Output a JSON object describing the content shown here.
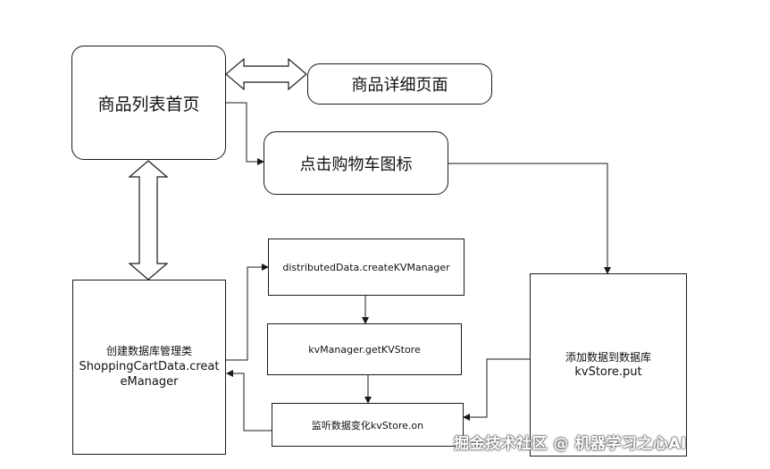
{
  "nodes": {
    "home": "商品列表首页",
    "detail": "商品详细页面",
    "cart_icon": "点击购物车图标",
    "create_kv_manager": "distributedData.createKVManager",
    "get_kv_store": "kvManager.getKVStore",
    "listen_change": "监听数据变化kvStore.on",
    "create_db": {
      "line1": "创建数据库管理类",
      "line2": "ShoppingCartData.creat",
      "line3": "eManager"
    },
    "add_data": {
      "line1": "添加数据到数据库",
      "line2": "kvStore.put"
    }
  },
  "edges": [
    {
      "from": "home",
      "to": "detail",
      "style": "double-hollow-arrow"
    },
    {
      "from": "home",
      "to": "create_db",
      "style": "double-hollow-arrow"
    },
    {
      "from": "home",
      "to": "cart_icon",
      "style": "arrow"
    },
    {
      "from": "cart_icon",
      "to": "add_data",
      "style": "arrow"
    },
    {
      "from": "create_db",
      "to": "create_kv_manager",
      "style": "arrow"
    },
    {
      "from": "create_kv_manager",
      "to": "get_kv_store",
      "style": "arrow"
    },
    {
      "from": "get_kv_store",
      "to": "listen_change",
      "style": "arrow"
    },
    {
      "from": "add_data",
      "to": "listen_change",
      "style": "arrow"
    },
    {
      "from": "listen_change",
      "to": "create_db",
      "style": "arrow"
    }
  ],
  "watermark": "掘金技术社区 @ 机器学习之心AI"
}
